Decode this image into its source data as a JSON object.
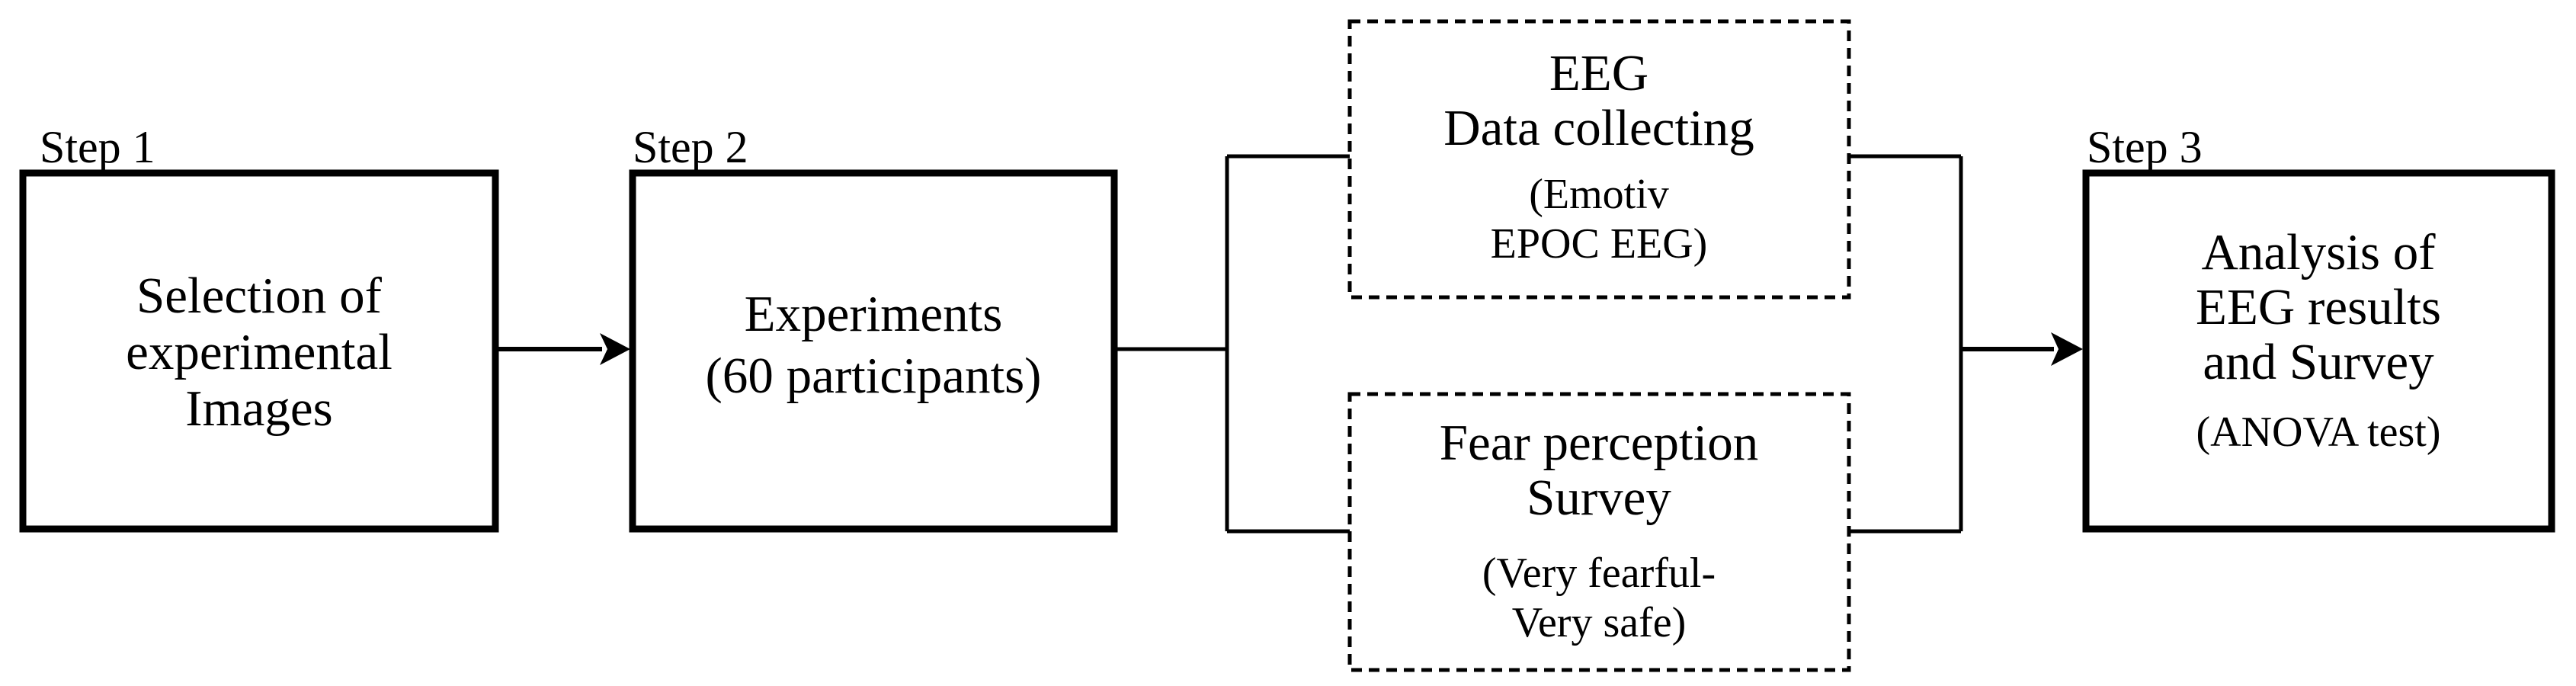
{
  "colors": {
    "stroke": "#000000",
    "background": "#ffffff",
    "text": "#000000"
  },
  "step1": {
    "label": "Step 1",
    "lines": [
      "Selection of",
      "experimental",
      "Images"
    ]
  },
  "step2": {
    "label": "Step 2",
    "lines": [
      "Experiments",
      "(60 participants)"
    ]
  },
  "eeg": {
    "lines": [
      "EEG",
      "Data collecting"
    ],
    "sub_lines": [
      "(Emotiv",
      "EPOC EEG)"
    ]
  },
  "fear": {
    "lines": [
      "Fear perception",
      "Survey"
    ],
    "sub_lines": [
      "(Very fearful-",
      "Very safe)"
    ]
  },
  "step3": {
    "label": "Step 3",
    "lines": [
      "Analysis of",
      "EEG results",
      "and Survey"
    ],
    "sub_lines": [
      "(ANOVA test)"
    ]
  }
}
